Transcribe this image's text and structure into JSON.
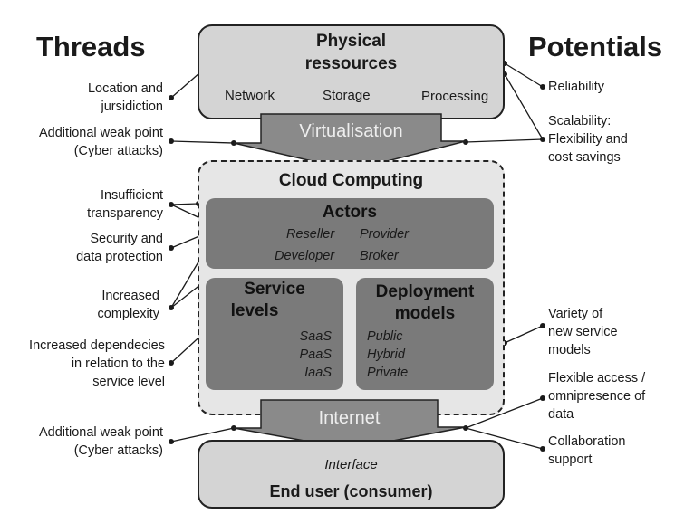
{
  "headings": {
    "threads": "Threads",
    "potentials": "Potentials"
  },
  "physical": {
    "title_line1": "Physical",
    "title_line2": "ressources",
    "network": "Network",
    "storage": "Storage",
    "processing": "Processing"
  },
  "virtualisation": "Virtualisation",
  "cloud": {
    "title": "Cloud Computing",
    "actors": {
      "title": "Actors",
      "reseller": "Reseller",
      "provider": "Provider",
      "developer": "Developer",
      "broker": "Broker"
    },
    "service_levels": {
      "title_line1": "Service",
      "title_line2": "levels",
      "items": [
        "SaaS",
        "PaaS",
        "IaaS"
      ]
    },
    "deployment": {
      "title_line1": "Deployment",
      "title_line2": "models",
      "items": [
        "Public",
        "Hybrid",
        "Private"
      ]
    }
  },
  "internet": "Internet",
  "end_user": {
    "interface": "Interface",
    "title": "End user (consumer)"
  },
  "threads": {
    "location": [
      "Location and",
      "jursidiction"
    ],
    "weak_point_top": [
      "Additional weak point",
      "(Cyber attacks)"
    ],
    "transparency": [
      "Insufficient",
      "transparency"
    ],
    "security": [
      "Security and",
      "data protection"
    ],
    "complexity": [
      "Increased",
      "complexity"
    ],
    "dependencies": [
      "Increased dependecies",
      "in relation  to the",
      "service level"
    ],
    "weak_point_bottom": [
      "Additional weak point",
      "(Cyber attacks)"
    ]
  },
  "potentials": {
    "reliability": [
      "Reliability"
    ],
    "scalability": [
      "Scalability:",
      "Flexibility and",
      "cost savings"
    ],
    "variety": [
      "Variety of",
      "new service",
      "models"
    ],
    "flexible_access": [
      "Flexible access /",
      "omnipresence of",
      "data"
    ],
    "collaboration": [
      "Collaboration",
      "support"
    ]
  }
}
